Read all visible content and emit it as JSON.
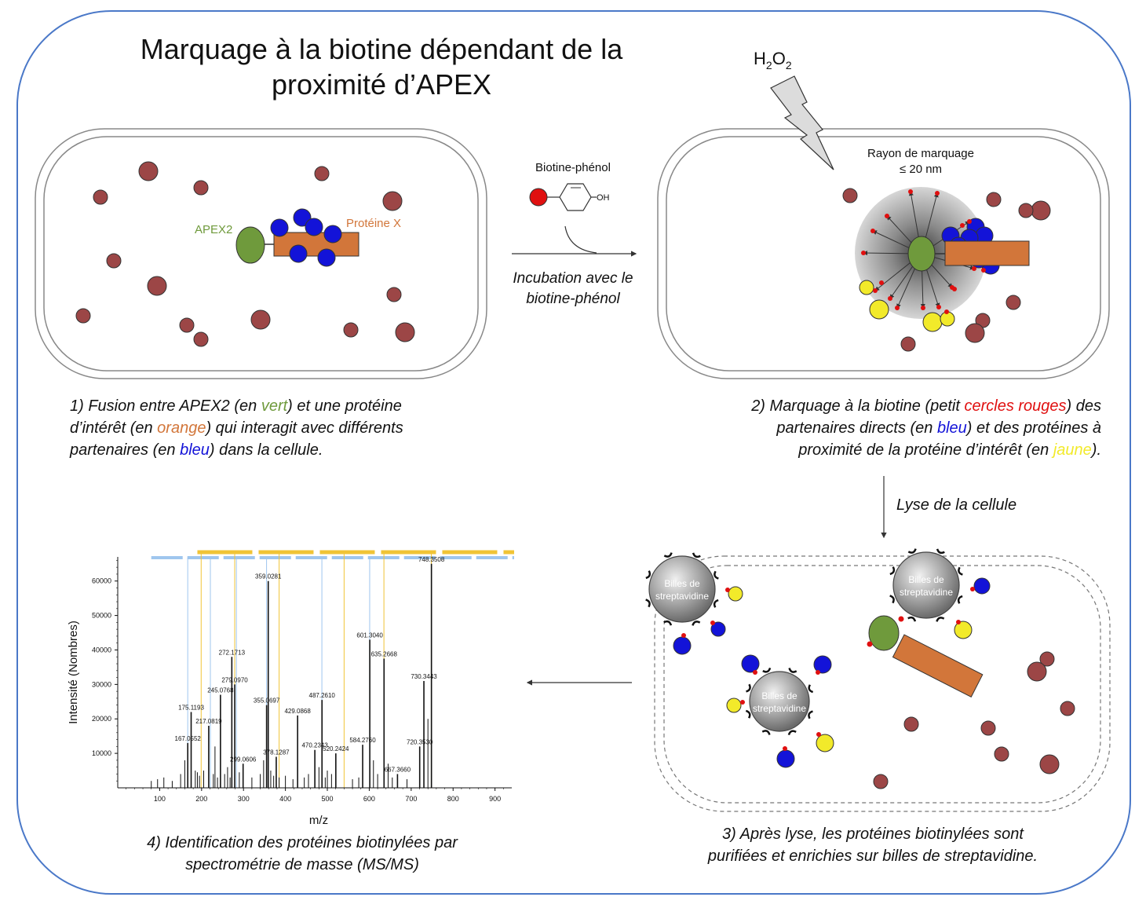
{
  "title": {
    "line1": "Marquage à la biotine dépendant de la",
    "line2": "proximité d’APEX"
  },
  "h2o2": {
    "main": "H",
    "sub1": "2",
    "mid": "O",
    "sub2": "2"
  },
  "panel1": {
    "apex_label": "APEX2",
    "protein_label": "Protéine X",
    "caption": {
      "l1": [
        "1) Fusion entre APEX2 (en ",
        "vert",
        ") et une protéine"
      ],
      "l2": [
        "d’intérêt (en ",
        "orange",
        ") qui interagit avec différents"
      ],
      "l3": [
        "partenaires (en ",
        "bleu",
        ") dans la cellule."
      ]
    }
  },
  "arrow1": {
    "reagent": "Biotine-phénol",
    "oh": "OH",
    "line1": "Incubation avec le",
    "line2": "biotine-phénol"
  },
  "panel2": {
    "radius_line1": "Rayon de marquage",
    "radius_line2": "≤ 20 nm",
    "caption": {
      "l1": [
        "2) Marquage à la biotine (petit ",
        "cercles rouges",
        ") des"
      ],
      "l2": [
        "partenaires directs (en ",
        "bleu",
        ") et des protéines à"
      ],
      "l3": [
        "proximité de la protéine d’intérêt (en ",
        "jaune",
        ")."
      ]
    }
  },
  "arrow2": {
    "label": "Lyse de la cellule"
  },
  "panel3": {
    "bead_line1": "Billes de",
    "bead_line2": "streptavidine",
    "caption": {
      "l1": "3) Après lyse, les protéines biotinylées sont",
      "l2": "purifiées et enrichies sur billes de streptavidine."
    }
  },
  "panel4": {
    "caption": {
      "l1": "4) Identification des protéines biotinylées par",
      "l2": "spectrométrie de masse (MS/MS)"
    }
  },
  "colors": {
    "green": "#6f9a3c",
    "orange": "#d2763a",
    "blue": "#1313d8",
    "yellow": "#f2ea2a",
    "red": "#e01010",
    "maroon": "#9c4646",
    "frame": "#4a78c8",
    "peak_blue": "#9fc6ee",
    "peak_yellow": "#f0c436"
  },
  "chart_data": {
    "type": "bar",
    "xlabel": "m/z",
    "ylabel": "Intensité (Nombres)",
    "xlim": [
      0,
      940
    ],
    "ylim": [
      0,
      67000
    ],
    "x_ticks": [
      100,
      200,
      300,
      400,
      500,
      600,
      700,
      800,
      900
    ],
    "y_ticks": [
      10000,
      20000,
      30000,
      40000,
      50000,
      60000
    ],
    "labeled_peaks": [
      {
        "mz": 167.0552,
        "intensity": 13000,
        "label": "167.0552"
      },
      {
        "mz": 175.1193,
        "intensity": 22000,
        "label": "175.1193"
      },
      {
        "mz": 217.0819,
        "intensity": 18000,
        "label": "217.0819"
      },
      {
        "mz": 245.0768,
        "intensity": 27000,
        "label": "245.0768"
      },
      {
        "mz": 272.1713,
        "intensity": 38000,
        "label": "272.1713"
      },
      {
        "mz": 279.097,
        "intensity": 30000,
        "label": "279.0970"
      },
      {
        "mz": 299.0606,
        "intensity": 7000,
        "label": "299.0606"
      },
      {
        "mz": 355.0697,
        "intensity": 24000,
        "label": "355.0697"
      },
      {
        "mz": 359.0281,
        "intensity": 60000,
        "label": "359.0281"
      },
      {
        "mz": 378.1287,
        "intensity": 9000,
        "label": "378.1287"
      },
      {
        "mz": 429.0868,
        "intensity": 21000,
        "label": "429.0868"
      },
      {
        "mz": 470.2343,
        "intensity": 11000,
        "label": "470.2343"
      },
      {
        "mz": 487.261,
        "intensity": 25500,
        "label": "487.2610"
      },
      {
        "mz": 520.2424,
        "intensity": 10000,
        "label": "520.2424"
      },
      {
        "mz": 584.276,
        "intensity": 12500,
        "label": "584.2760"
      },
      {
        "mz": 601.304,
        "intensity": 43000,
        "label": "601.3040"
      },
      {
        "mz": 635.2668,
        "intensity": 37500,
        "label": "635.2668"
      },
      {
        "mz": 667.366,
        "intensity": 4000,
        "label": "667.3660"
      },
      {
        "mz": 720.353,
        "intensity": 12000,
        "label": "720.3530"
      },
      {
        "mz": 730.3443,
        "intensity": 31000,
        "label": "730.3443"
      },
      {
        "mz": 748.3508,
        "intensity": 65000,
        "label": "748.3508"
      }
    ],
    "minor_peaks": [
      {
        "mz": 80,
        "intensity": 2000
      },
      {
        "mz": 95,
        "intensity": 2500
      },
      {
        "mz": 110,
        "intensity": 3000
      },
      {
        "mz": 130,
        "intensity": 2000
      },
      {
        "mz": 150,
        "intensity": 4000
      },
      {
        "mz": 160,
        "intensity": 8000
      },
      {
        "mz": 185,
        "intensity": 5000
      },
      {
        "mz": 190,
        "intensity": 4500
      },
      {
        "mz": 195,
        "intensity": 3500
      },
      {
        "mz": 205,
        "intensity": 5000
      },
      {
        "mz": 228,
        "intensity": 4000
      },
      {
        "mz": 232,
        "intensity": 12000
      },
      {
        "mz": 238,
        "intensity": 3000
      },
      {
        "mz": 255,
        "intensity": 4000
      },
      {
        "mz": 262,
        "intensity": 6000
      },
      {
        "mz": 268,
        "intensity": 3000
      },
      {
        "mz": 290,
        "intensity": 4500
      },
      {
        "mz": 320,
        "intensity": 3000
      },
      {
        "mz": 340,
        "intensity": 4000
      },
      {
        "mz": 348,
        "intensity": 8000
      },
      {
        "mz": 365,
        "intensity": 5000
      },
      {
        "mz": 372,
        "intensity": 3500
      },
      {
        "mz": 385,
        "intensity": 3000
      },
      {
        "mz": 400,
        "intensity": 3500
      },
      {
        "mz": 418,
        "intensity": 2500
      },
      {
        "mz": 445,
        "intensity": 3000
      },
      {
        "mz": 455,
        "intensity": 4000
      },
      {
        "mz": 480,
        "intensity": 6000
      },
      {
        "mz": 495,
        "intensity": 3000
      },
      {
        "mz": 500,
        "intensity": 5000
      },
      {
        "mz": 510,
        "intensity": 4000
      },
      {
        "mz": 560,
        "intensity": 2500
      },
      {
        "mz": 575,
        "intensity": 3000
      },
      {
        "mz": 610,
        "intensity": 8000
      },
      {
        "mz": 620,
        "intensity": 4000
      },
      {
        "mz": 645,
        "intensity": 7000
      },
      {
        "mz": 655,
        "intensity": 3000
      },
      {
        "mz": 690,
        "intensity": 2500
      },
      {
        "mz": 740,
        "intensity": 20000
      }
    ],
    "fragment_lines_blue": [
      167,
      221,
      283,
      355,
      487,
      601
    ],
    "fragment_lines_yellow": [
      199,
      279,
      385,
      540,
      635,
      748
    ]
  }
}
